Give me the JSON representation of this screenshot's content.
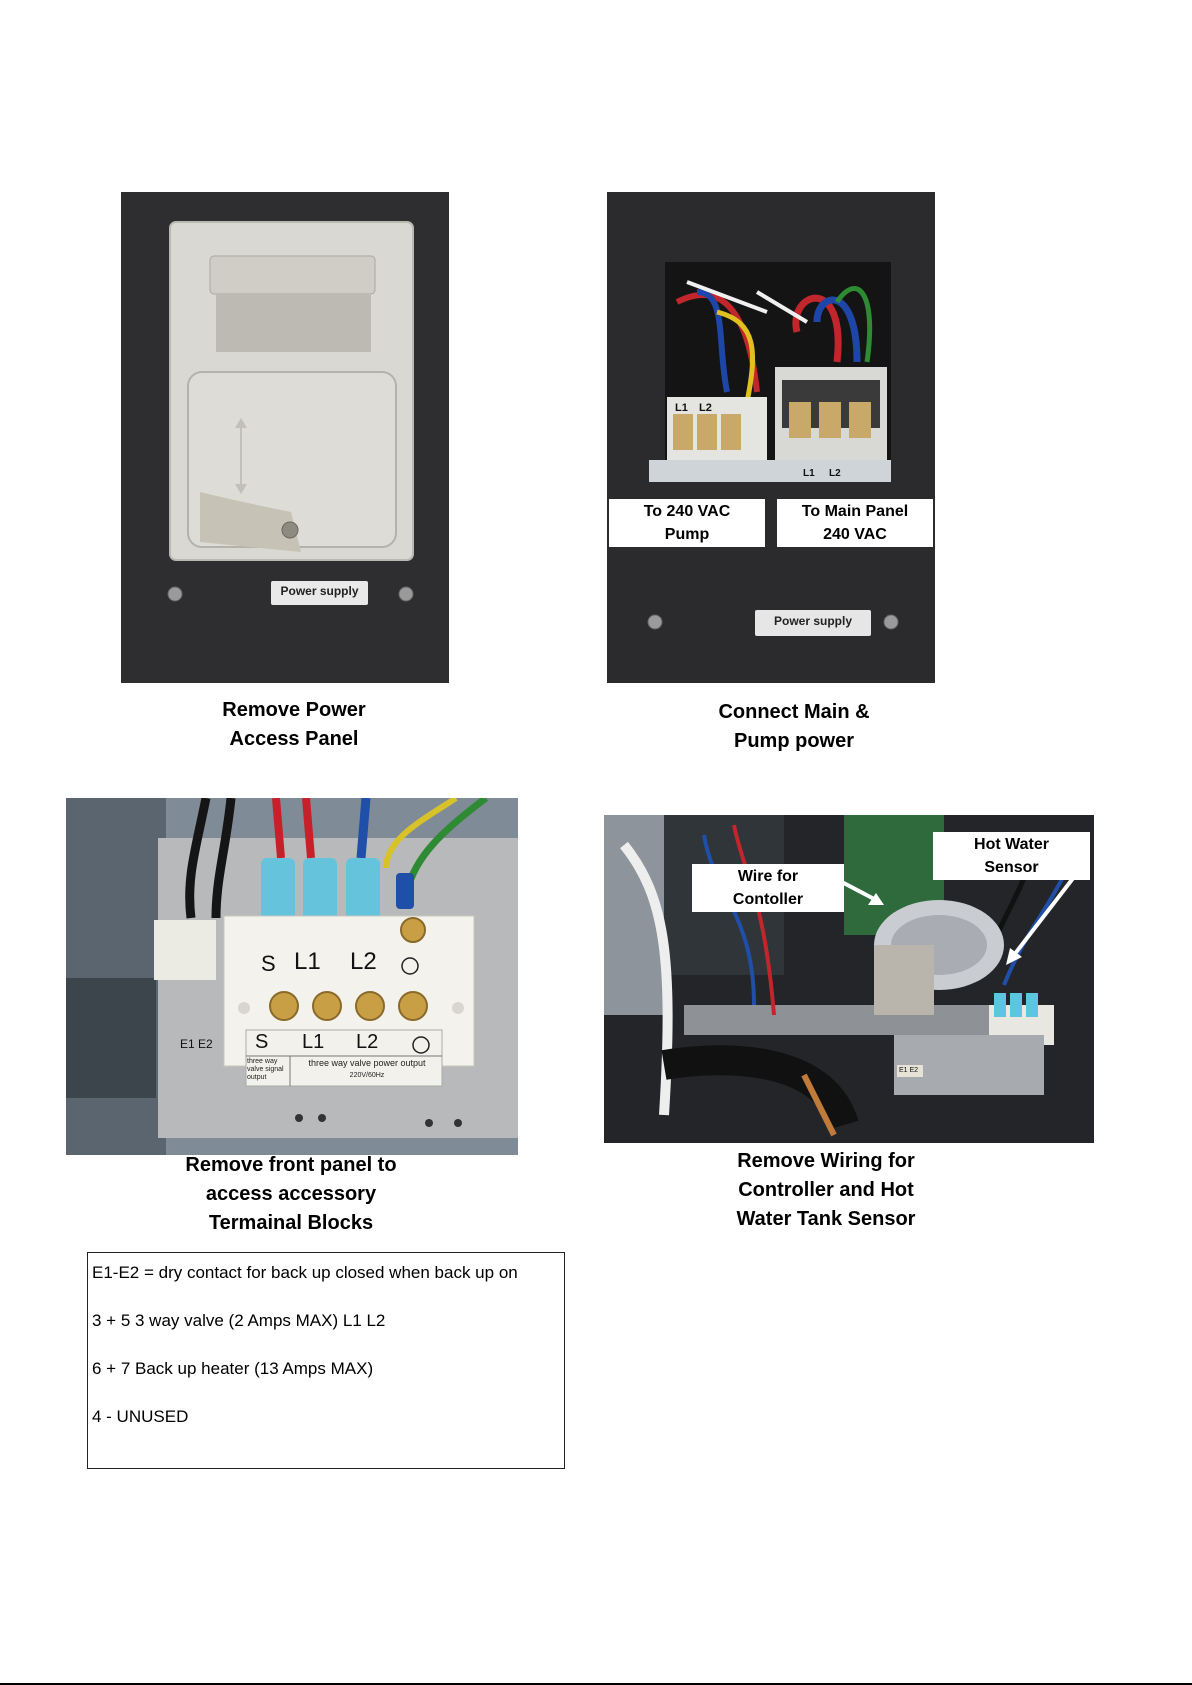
{
  "photos": {
    "p1": {
      "plate": "Power supply",
      "caption": [
        "Remove Power",
        "Access Panel"
      ]
    },
    "p2": {
      "plate": "Power supply",
      "terminal_left": [
        "L1",
        "L2"
      ],
      "terminal_right": [
        "L1",
        "L2"
      ],
      "callout_left": [
        "To 240 VAC",
        "Pump"
      ],
      "callout_right": [
        "To Main Panel",
        "240 VAC"
      ],
      "caption": [
        "Connect Main &",
        "Pump power"
      ]
    },
    "p3": {
      "terminals": [
        "S",
        "L1",
        "L2"
      ],
      "label_row": [
        "S",
        "L1",
        "L2"
      ],
      "sub_label_left": "three way valve signal output",
      "sub_label_right": "three way valve power output",
      "rating": "220V/60Hz",
      "side_label": "E1 E2",
      "caption": [
        "Remove front panel to",
        "access accessory",
        "Termainal Blocks"
      ]
    },
    "p4": {
      "callout_left": [
        "Wire for",
        "Contoller"
      ],
      "callout_right": [
        "Hot Water",
        "Sensor"
      ],
      "side_label": "E1 E2",
      "caption": [
        "Remove Wiring for",
        "Controller and Hot",
        "Water Tank Sensor"
      ]
    }
  },
  "notes": {
    "lines": [
      "E1-E2 = dry contact for back up closed when back up on",
      "3  + 5  3 way valve  (2 Amps MAX) L1 L2",
      "6 + 7 Back up heater (13 Amps MAX)",
      "4 - UNUSED"
    ]
  }
}
